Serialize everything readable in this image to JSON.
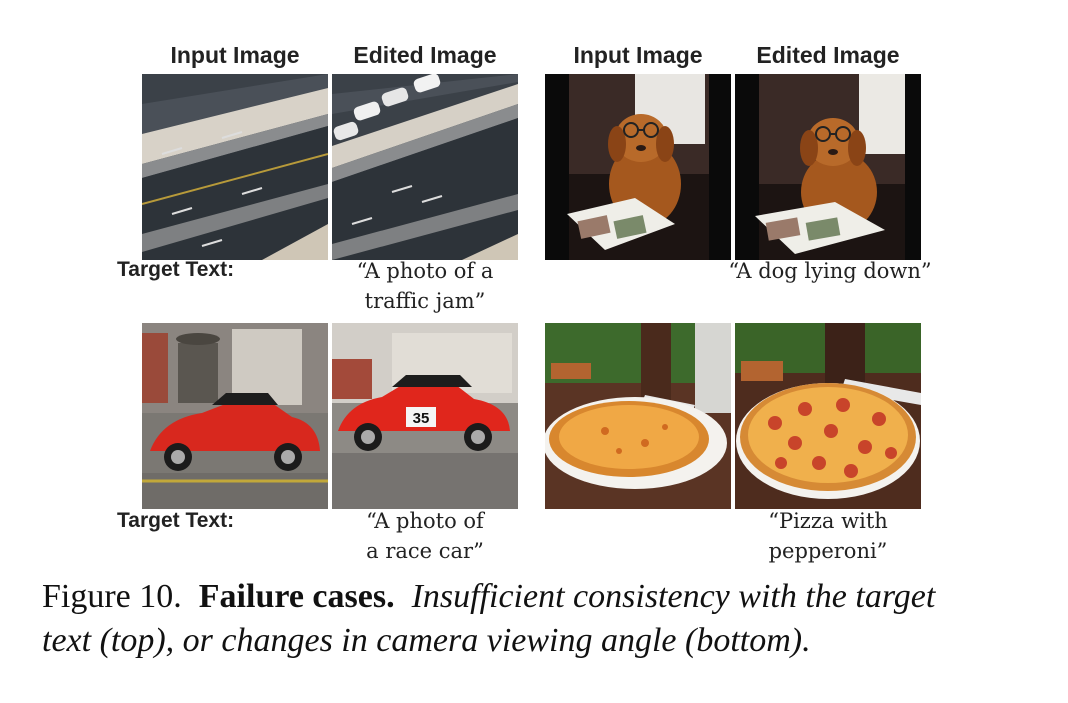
{
  "headers": {
    "left_input": "Input Image",
    "left_edited": "Edited Image",
    "right_input": "Input Image",
    "right_edited": "Edited Image"
  },
  "rows": [
    {
      "target_label": "Target Text:",
      "left_text_1": "“A photo of a",
      "left_text_2": "traffic jam”",
      "right_text_1": "“A dog lying down”"
    },
    {
      "target_label": "Target Text:",
      "left_text_1": "“A photo of",
      "left_text_2": "a race car”",
      "right_text_1": "“Pizza with",
      "right_text_2": "pepperoni”"
    }
  ],
  "race_number": "35",
  "caption": {
    "prefix": "Figure 10.",
    "bold": "Failure cases.",
    "italic_1": "Insufficient consistency with the target",
    "italic_2": "text (top), or changes in camera viewing angle (bottom)."
  }
}
